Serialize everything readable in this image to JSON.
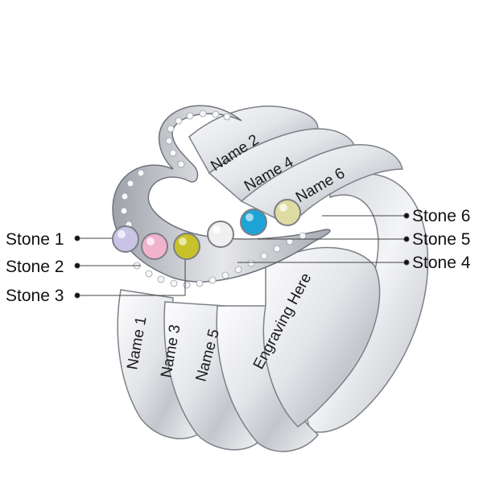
{
  "callouts": {
    "stone_1": "Stone 1",
    "stone_2": "Stone 2",
    "stone_3": "Stone 3",
    "stone_4": "Stone 4",
    "stone_5": "Stone 5",
    "stone_6": "Stone 6"
  },
  "engravings": {
    "name_1": "Name 1",
    "name_2": "Name 2",
    "name_3": "Name 3",
    "name_4": "Name 4",
    "name_5": "Name 5",
    "name_6": "Name 6",
    "engraving_here": "Engraving Here"
  },
  "stones": [
    {
      "id": "stone-1",
      "color": "#c9c3e6"
    },
    {
      "id": "stone-2",
      "color": "#f1b2cc"
    },
    {
      "id": "stone-3",
      "color": "#c8c22a"
    },
    {
      "id": "stone-4",
      "color": "#f0f0f0"
    },
    {
      "id": "stone-5",
      "color": "#1ea3d6"
    },
    {
      "id": "stone-6",
      "color": "#dedca0"
    }
  ],
  "colors": {
    "metal_light": "#f4f5f7",
    "metal_mid": "#c9ccd1",
    "metal_dark": "#8b8f96",
    "text": "#111111"
  }
}
